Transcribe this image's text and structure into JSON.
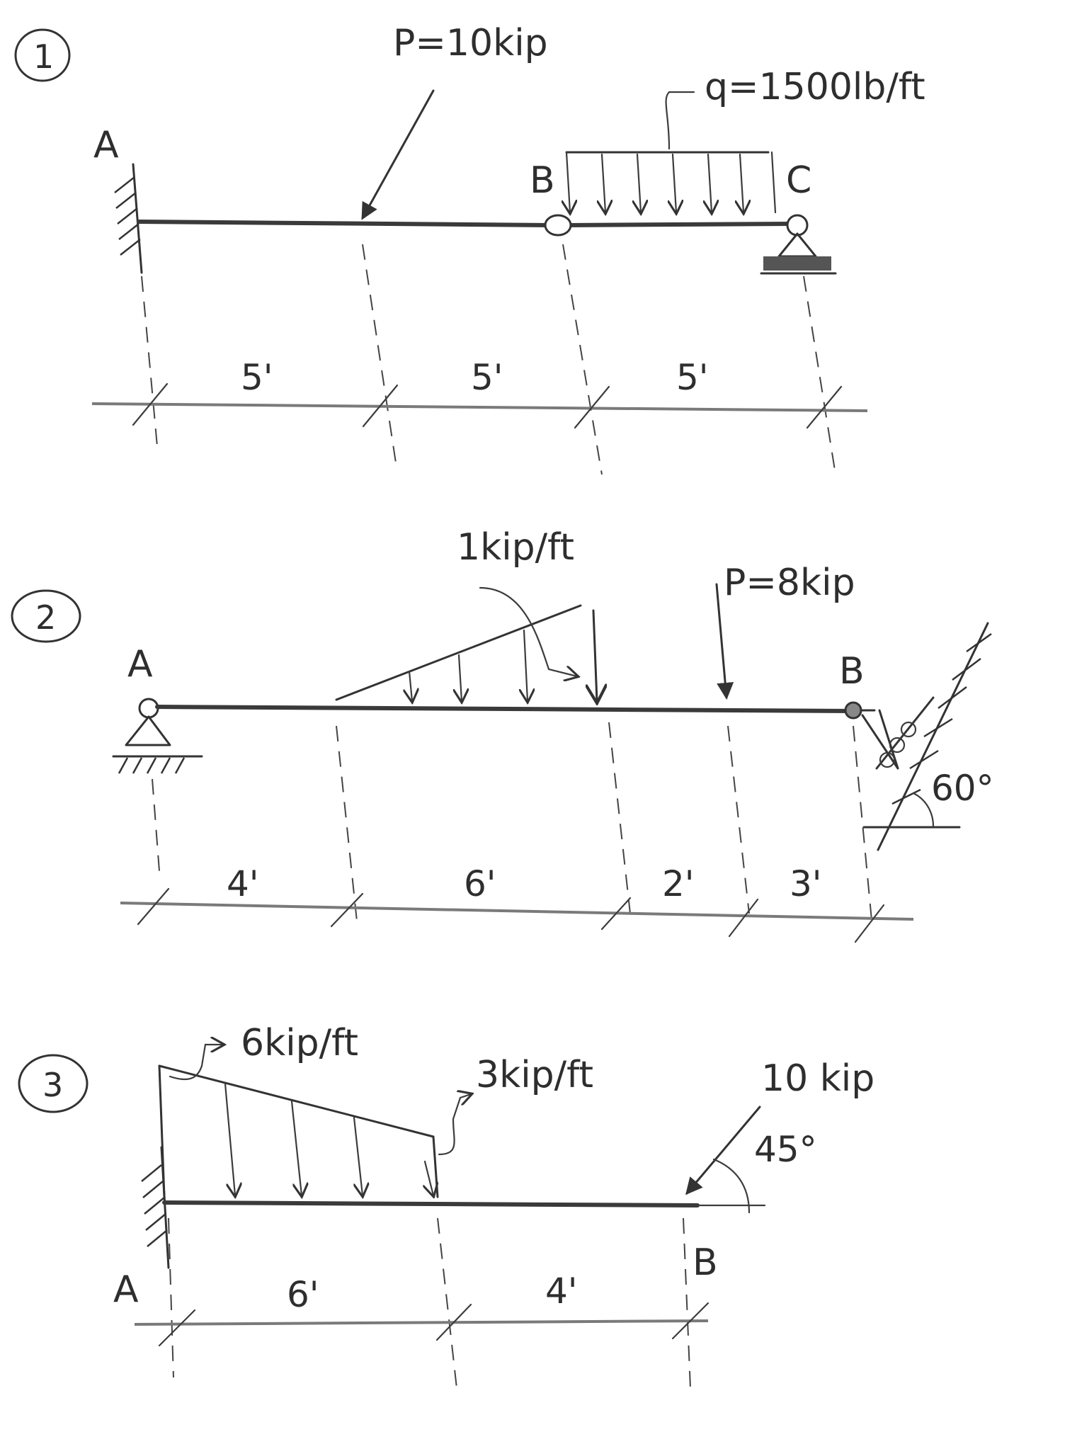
{
  "problems": [
    {
      "number": "1",
      "label_A": "A",
      "label_B": "B",
      "label_C": "C",
      "point_load": "P=10kip",
      "distributed_load": "q=1500lb/ft",
      "spans": [
        "5'",
        "5'",
        "5'"
      ],
      "supports": {
        "A": "fixed",
        "B": "hinge",
        "C": "pin"
      }
    },
    {
      "number": "2",
      "label_A": "A",
      "label_B": "B",
      "distributed_load": "1kip/ft",
      "point_load": "P=8kip",
      "angle": "60°",
      "spans": [
        "4'",
        "6'",
        "2'",
        "3'"
      ],
      "supports": {
        "A": "pin",
        "B": "roller on 60° incline"
      }
    },
    {
      "number": "3",
      "label_A": "A",
      "label_B": "B",
      "load_start": "6kip/ft",
      "load_end": "3kip/ft",
      "point_load": "10 kip",
      "angle": "45°",
      "spans": [
        "6'",
        "4'"
      ],
      "supports": {
        "A": "fixed",
        "B": "free"
      }
    }
  ],
  "colors": {
    "ink": "#333333",
    "dimension_line": "#7a7a7a",
    "paper": "#ffffff"
  }
}
